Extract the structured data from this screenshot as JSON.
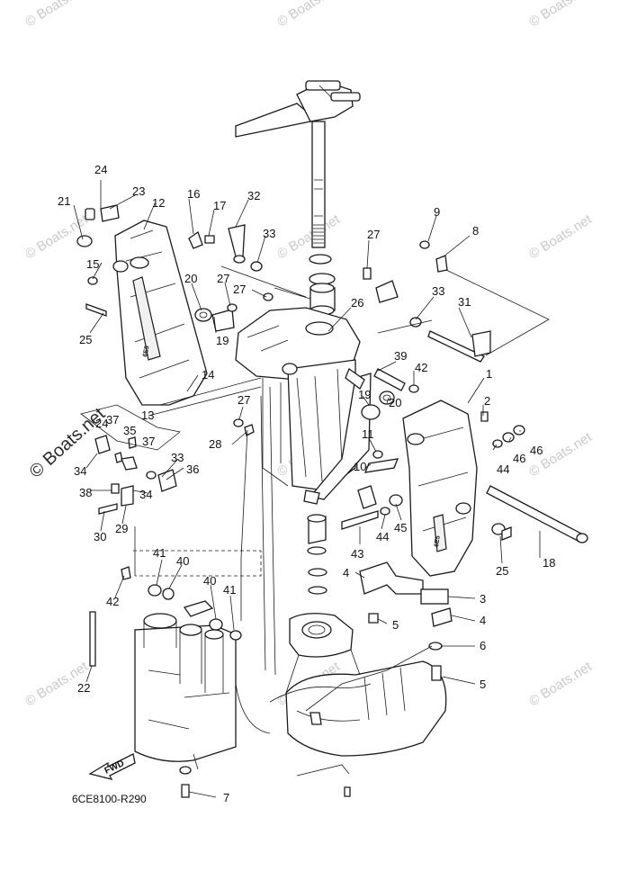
{
  "watermark": {
    "text": "© Boats.net",
    "corner_text": "Boats.net"
  },
  "stamps": {
    "bracket_mark": "6E5"
  },
  "fwd_label": "FWD",
  "diagram_code": "6CE8100-R290",
  "callouts": {
    "c24a": "24",
    "c21": "21",
    "c23": "23",
    "c12": "12",
    "c16": "16",
    "c17": "17",
    "c32": "32",
    "c15": "15",
    "c33a": "33",
    "c27a": "27",
    "c9": "9",
    "c8": "8",
    "c20a": "20",
    "c27b": "27",
    "c27c": "27",
    "c26": "26",
    "c33b": "33",
    "c31": "31",
    "c25a": "25",
    "c19a": "19",
    "c14": "14",
    "c39": "39",
    "c42a": "42",
    "c1": "1",
    "c13": "13",
    "c19b": "19",
    "c20b": "20",
    "c2": "2",
    "c27d": "27",
    "c24b": "24",
    "c37a": "37",
    "c35": "35",
    "c37b": "37",
    "c28": "28",
    "c11": "11",
    "c44a": "44",
    "c46a": "46",
    "c46b": "46",
    "c34a": "34",
    "c33c": "33",
    "c36": "36",
    "c34b": "34",
    "c10": "10",
    "c38": "38",
    "c29": "29",
    "c30": "30",
    "c45": "45",
    "c44b": "44",
    "c43": "43",
    "c25b": "25",
    "c18": "18",
    "c41a": "41",
    "c40a": "40",
    "c4a": "4",
    "c3": "3",
    "c42b": "42",
    "c40b": "40",
    "c41b": "41",
    "c5a": "5",
    "c4b": "4",
    "c6": "6",
    "c22": "22",
    "c5b": "5",
    "c7": "7"
  }
}
